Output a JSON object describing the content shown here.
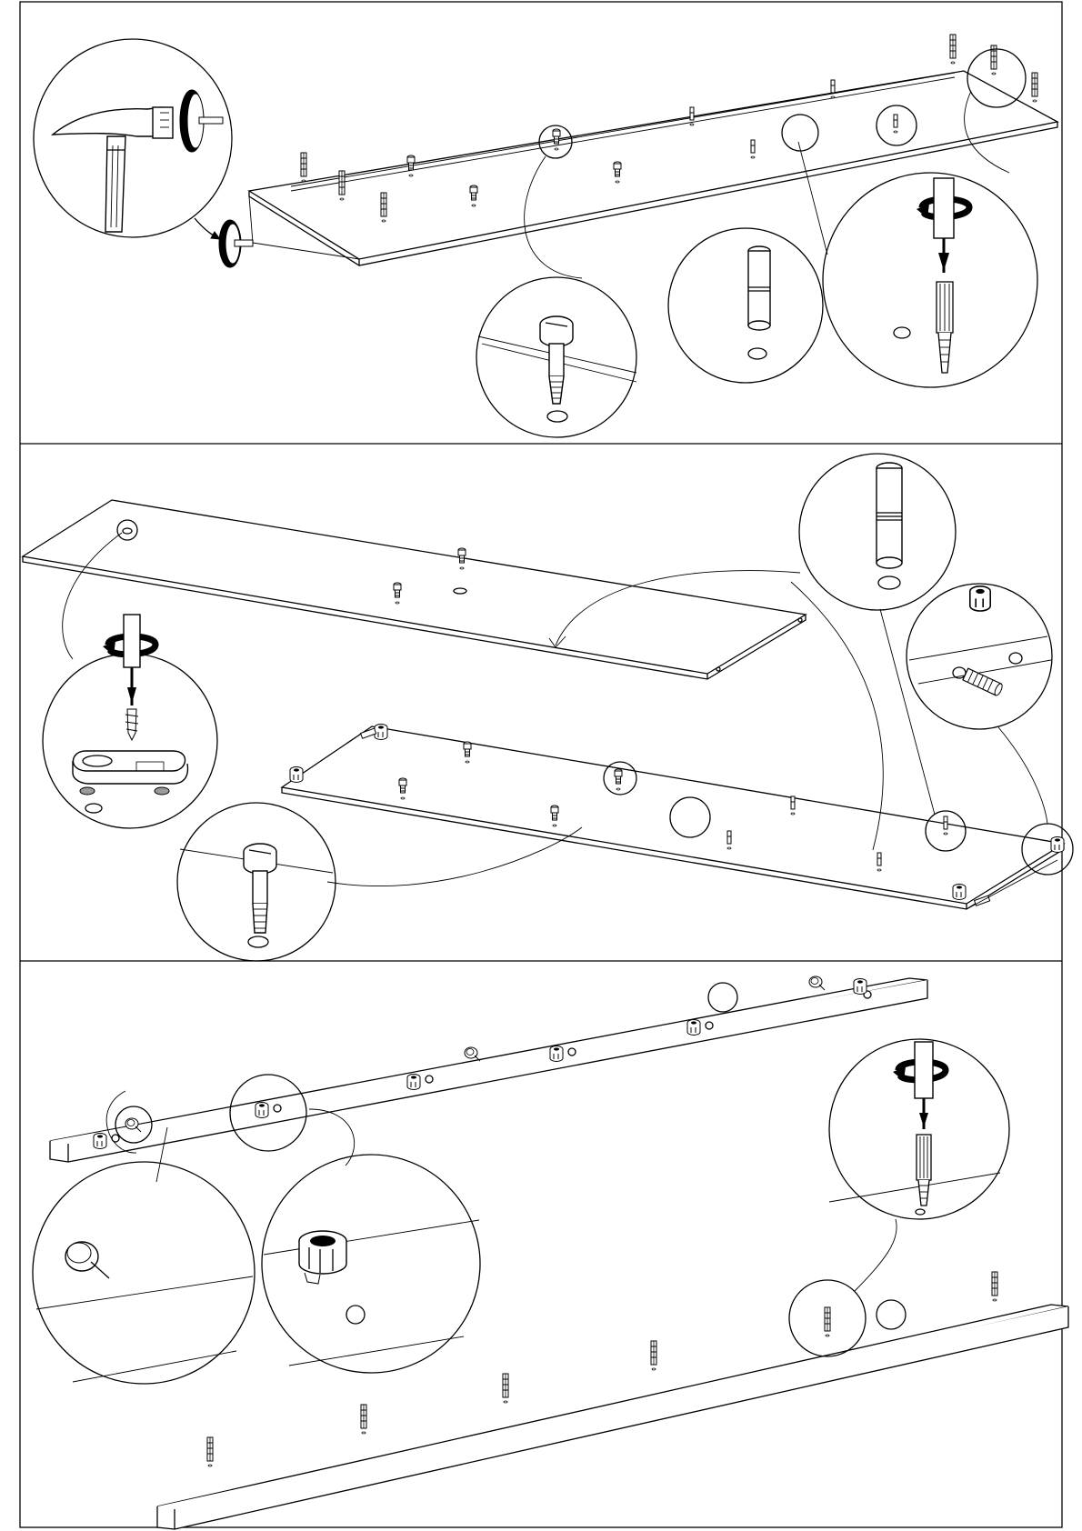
{
  "panels": [
    {
      "id": "panel-1",
      "parts": [
        "hammer",
        "glide-nail",
        "shelf-pin-plain",
        "shelf-pin-ringed",
        "cam-bolt",
        "wooden-dowel",
        "screwdriver"
      ],
      "rotation_marks": 1
    },
    {
      "id": "panel-2",
      "parts": [
        "cam-bolt",
        "wooden-dowel",
        "cam-lock",
        "wood-screw",
        "support-plate",
        "screwdriver"
      ],
      "rotation_marks": 1
    },
    {
      "id": "panel-3",
      "parts": [
        "cam-lock",
        "glide-nail",
        "wooden-dowel",
        "screwdriver"
      ],
      "rotation_marks": 1
    }
  ],
  "colors": {
    "line": "#000000",
    "paper": "#ffffff",
    "shade": "#9a9a9a"
  }
}
